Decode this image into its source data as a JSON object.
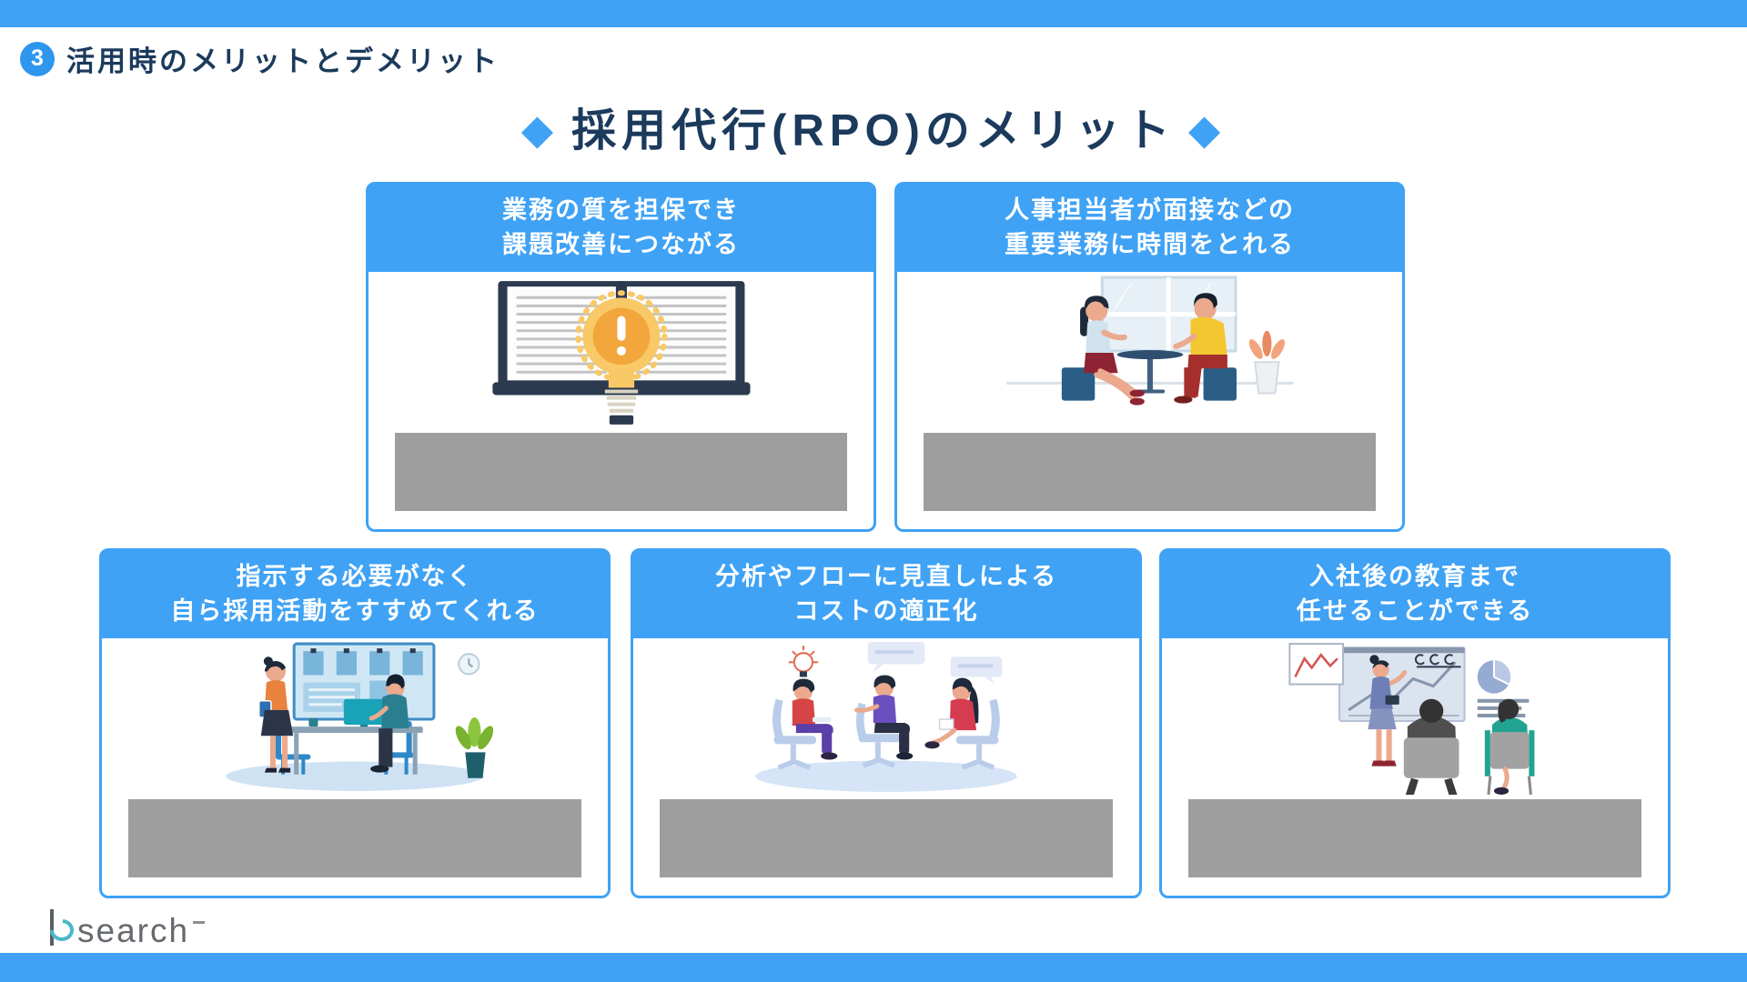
{
  "colors": {
    "accent_blue": "#3fa2f5",
    "badge_blue": "#2f96ee",
    "navy_text": "#1b3a5c",
    "card_header_text": "#ffffff",
    "redacted_gray": "#9e9e9e"
  },
  "header": {
    "badge_number": "3",
    "title": "活用時のメリットとデメリット"
  },
  "title": {
    "diamond_left": "◆",
    "text": "採用代行(RPO)のメリット",
    "diamond_right": "◆"
  },
  "cards": [
    {
      "heading_line1": "業務の質を担保でき",
      "heading_line2": "課題改善につながる",
      "illustration": "open-book-with-exclamation-lightbulb"
    },
    {
      "heading_line1": "人事担当者が面接などの",
      "heading_line2": "重要業務に時間をとれる",
      "illustration": "two-people-interview-at-round-table"
    },
    {
      "heading_line1": "指示する必要がなく",
      "heading_line2": "自ら採用活動をすすめてくれる",
      "illustration": "recruiters-working-at-desk-with-board"
    },
    {
      "heading_line1": "分析やフローに見直しによる",
      "heading_line2": "コストの適正化",
      "illustration": "three-people-seated-discussion"
    },
    {
      "heading_line1": "入社後の教育まで",
      "heading_line2": "任せることができる",
      "illustration": "training-presentation-with-charts"
    }
  ],
  "logo": {
    "mark": "b",
    "text": "search"
  }
}
